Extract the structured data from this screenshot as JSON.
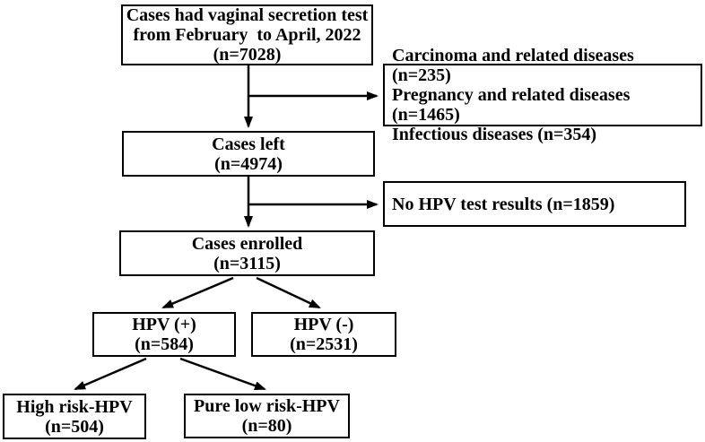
{
  "figure": {
    "type": "flowchart",
    "colors": {
      "border": "#000000",
      "background": "#ffffff",
      "text": "#000000",
      "arrow": "#000000"
    },
    "boxes": {
      "source": {
        "lines": [
          "Cases had vaginal secretion test",
          "from February  to April, 2022",
          "(n=7028)"
        ]
      },
      "excluded1": {
        "lines": [
          "Carcinoma and related diseases (n=235)",
          "Pregnancy and related diseases (n=1465)",
          "Infectious diseases (n=354)"
        ]
      },
      "cases_left": {
        "lines": [
          "Cases left",
          "(n=4974)"
        ]
      },
      "excluded2": {
        "lines": [
          "No HPV test results (n=1859)"
        ]
      },
      "enrolled": {
        "lines": [
          "Cases enrolled",
          "(n=3115)"
        ]
      },
      "hpv_positive": {
        "lines": [
          "HPV (+)",
          "(n=584)"
        ]
      },
      "hpv_negative": {
        "lines": [
          "HPV (-)",
          "(n=2531)"
        ]
      },
      "high_risk": {
        "lines": [
          "High risk-HPV",
          "(n=504)"
        ]
      },
      "low_risk": {
        "lines": [
          "Pure low risk-HPV",
          "(n=80)"
        ]
      }
    }
  }
}
